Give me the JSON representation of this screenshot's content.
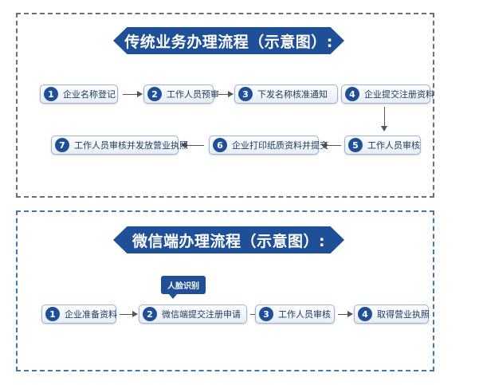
{
  "traditional": {
    "title": "传统业务办理流程（示意图）:",
    "steps": [
      {
        "num": "1",
        "label": "企业名称登记"
      },
      {
        "num": "2",
        "label": "工作人员预审"
      },
      {
        "num": "3",
        "label": "下发名称核准通知"
      },
      {
        "num": "4",
        "label": "企业提交注册资料"
      },
      {
        "num": "5",
        "label": "工作人员审核"
      },
      {
        "num": "6",
        "label": "企业打印纸质资料并提交"
      },
      {
        "num": "7",
        "label": "工作人员审核并发放营业执照"
      }
    ]
  },
  "wechat": {
    "title": "微信端办理流程（示意图）:",
    "face_label": "人脸识别",
    "steps": [
      {
        "num": "1",
        "label": "企业准备资料"
      },
      {
        "num": "2",
        "label": "微信端提交注册申请"
      },
      {
        "num": "3",
        "label": "工作人员审核"
      },
      {
        "num": "4",
        "label": "取得营业执照"
      }
    ]
  },
  "colors": {
    "banner": "#1f4f97",
    "top_border": "#6f6f6f",
    "bottom_border": "#3f79ad"
  }
}
